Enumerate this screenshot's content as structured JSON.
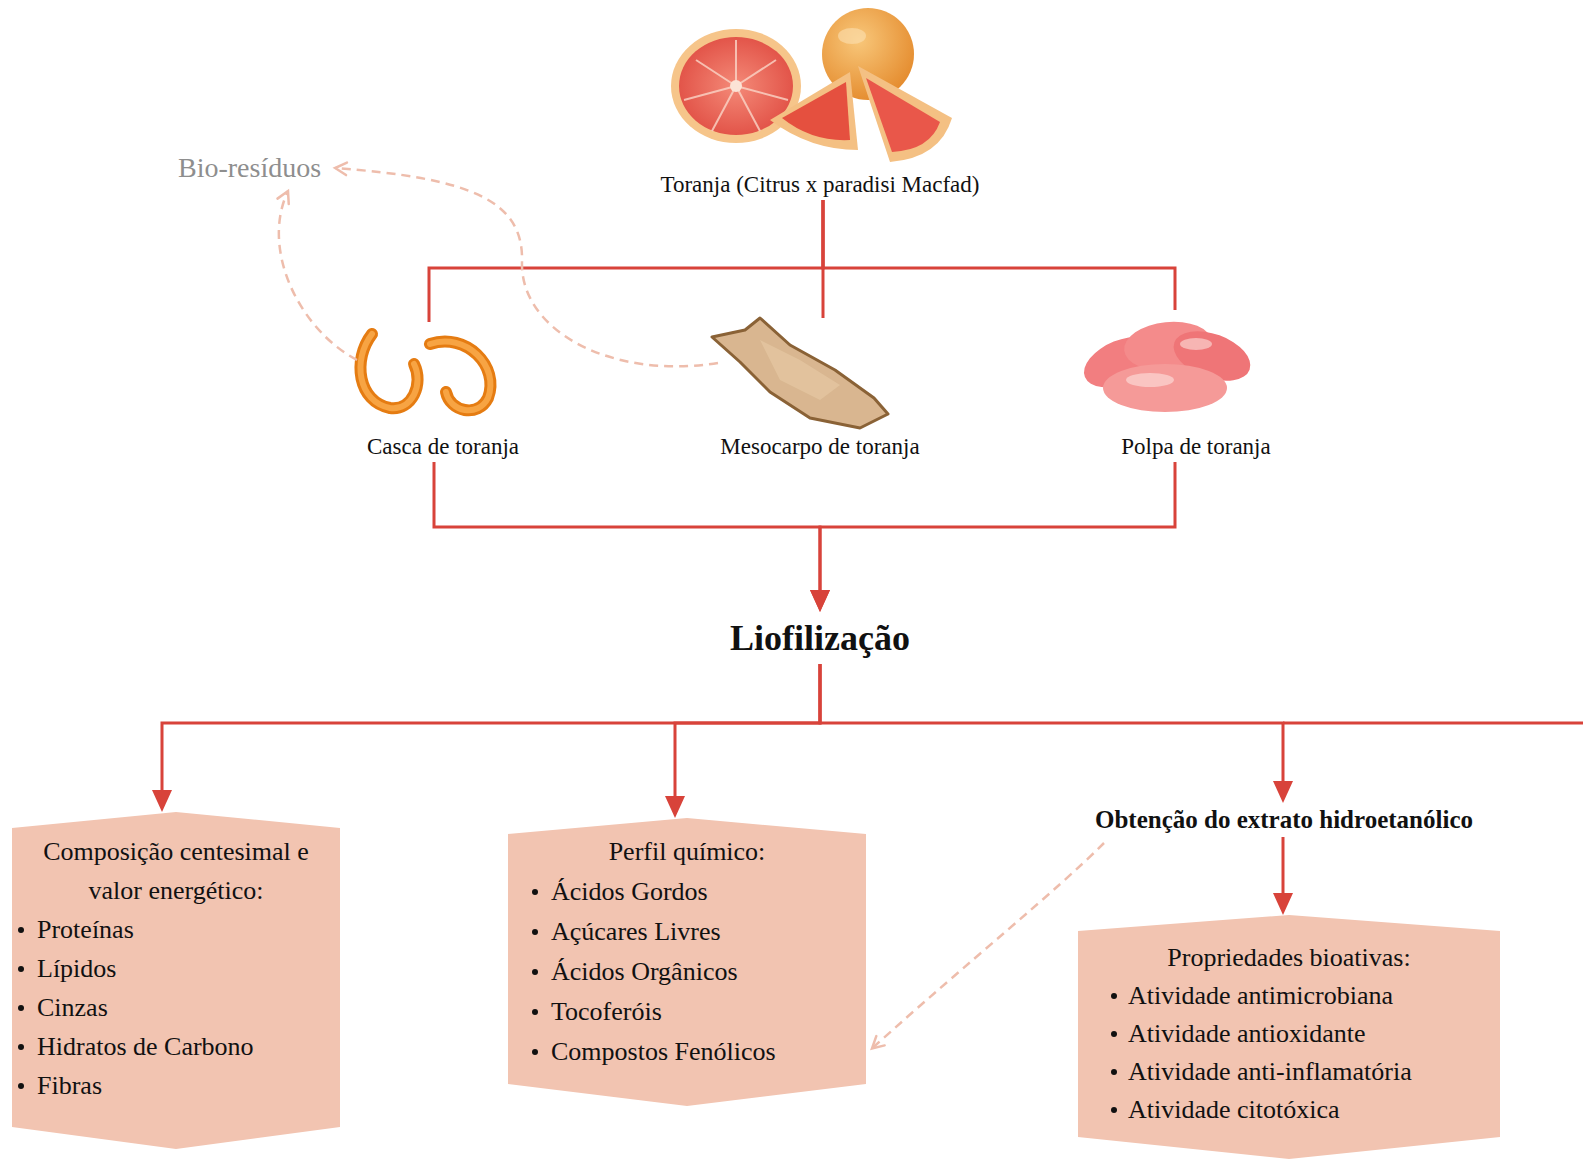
{
  "diagram": {
    "nodes": [
      {
        "text": [
          "Toranja (Citrus x paradisi Macfad)"
        ]
      },
      {
        "text": [
          "Bio-resíduos"
        ]
      },
      {
        "text": [
          "Casca de toranja"
        ]
      },
      {
        "text": [
          "Mesocarpo de toranja"
        ]
      },
      {
        "text": [
          "Polpa de toranja"
        ]
      },
      {
        "text": [
          "Liofilização"
        ]
      },
      {
        "text": [
          "Composição centesimal e valor energético:",
          "Proteínas",
          "Lípidos",
          "Cinzas",
          "Hidratos de Carbono",
          "Fibras"
        ]
      },
      {
        "text": [
          "Perfil químico:",
          "Ácidos Gordos",
          "Açúcares Livres",
          "Ácidos Orgânicos",
          "Tocoferóis",
          "Compostos Fenólicos"
        ]
      },
      {
        "text": [
          "Obtenção do extrato hidroetanólico"
        ]
      },
      {
        "text": [
          "Propriedades bioativas:",
          "Atividade antimicrobiana",
          "Atividade antioxidante",
          "Atividade anti-inflamatória",
          "Atividade citotóxica"
        ]
      }
    ],
    "edges": [
      {
        "from": 0,
        "to": 2,
        "arrow": "none"
      },
      {
        "from": 0,
        "to": 3,
        "arrow": "none"
      },
      {
        "from": 0,
        "to": 4,
        "arrow": "none"
      },
      {
        "from": 2,
        "to": 1,
        "arrow": "to"
      },
      {
        "from": 3,
        "to": 1,
        "arrow": "to"
      },
      {
        "from": 2,
        "to": 5,
        "arrow": "to"
      },
      {
        "from": 4,
        "to": 5,
        "arrow": "to"
      },
      {
        "from": 5,
        "to": 6,
        "arrow": "to"
      },
      {
        "from": 5,
        "to": 7,
        "arrow": "to"
      },
      {
        "from": 5,
        "to": 8,
        "arrow": "to"
      },
      {
        "from": 8,
        "to": 9,
        "arrow": "to"
      },
      {
        "from": 8,
        "to": 7,
        "arrow": "to"
      }
    ]
  }
}
